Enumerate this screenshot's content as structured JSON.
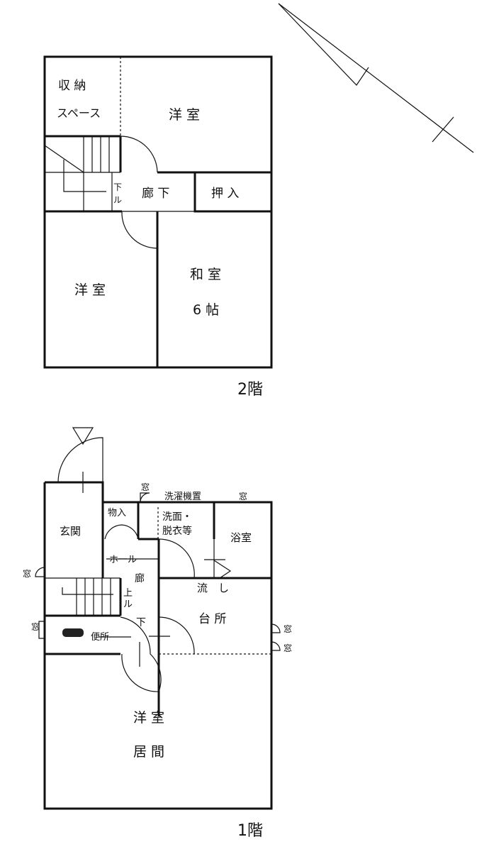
{
  "floor2": {
    "label": "2階",
    "rooms": {
      "storage_1": "収 納",
      "storage_2": "スペース",
      "western_top": "洋 室",
      "corridor": "廊 下",
      "closet": "押 入",
      "stairs_down": "下",
      "stairs_down_mark": "ル",
      "western_bottom": "洋 室",
      "japanese": "和 室",
      "japanese_size": "6 帖"
    }
  },
  "floor1": {
    "label": "1階",
    "rooms": {
      "entrance": "玄関",
      "storage": "物入",
      "washroom_1": "洗面・",
      "washroom_2": "脱衣等",
      "washer": "洗濯機置",
      "bath": "浴室",
      "hall": "ホール",
      "corridor_1": "廊",
      "corridor_2": "下",
      "stairs_up": "上",
      "stairs_up_mark": "ル",
      "sink": "流　し",
      "kitchen": "台 所",
      "toilet": "便所",
      "western": "洋 室",
      "living": "居 間"
    },
    "window_label": "窓"
  }
}
